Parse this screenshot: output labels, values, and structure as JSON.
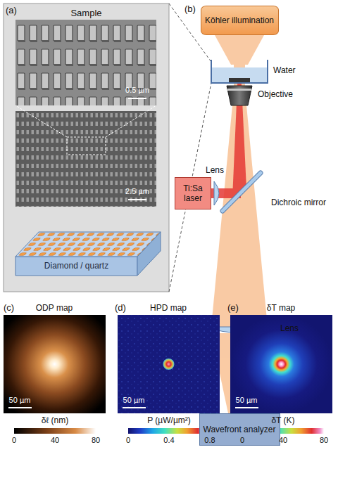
{
  "diagram": {
    "nodes": [
      {
        "text": [
          "Sample"
        ]
      },
      {
        "text": [
          "Diamond / quartz"
        ],
        "in": 0
      },
      {
        "text": [
          "Köhler illumination"
        ]
      },
      {
        "text": [
          "Ti:Sa laser"
        ]
      },
      {
        "text": [
          "Wavefront analyzer"
        ]
      }
    ],
    "labels": [
      "(a)",
      "0.5 µm",
      "2.5 µm",
      "(b)",
      "Water",
      "Objective",
      "Lens",
      "Dichroic mirror",
      "Lens",
      "(c)",
      "ODP map",
      "50 µm",
      "δℓ (nm)",
      "0",
      "40",
      "80",
      "(d)",
      "HPD map",
      "50 µm",
      "P (µW/µm²)",
      "0",
      "0.4",
      "0.8",
      "(e)",
      "δT map",
      "50 µm",
      "δT (K)",
      "0",
      "40",
      "80"
    ]
  }
}
